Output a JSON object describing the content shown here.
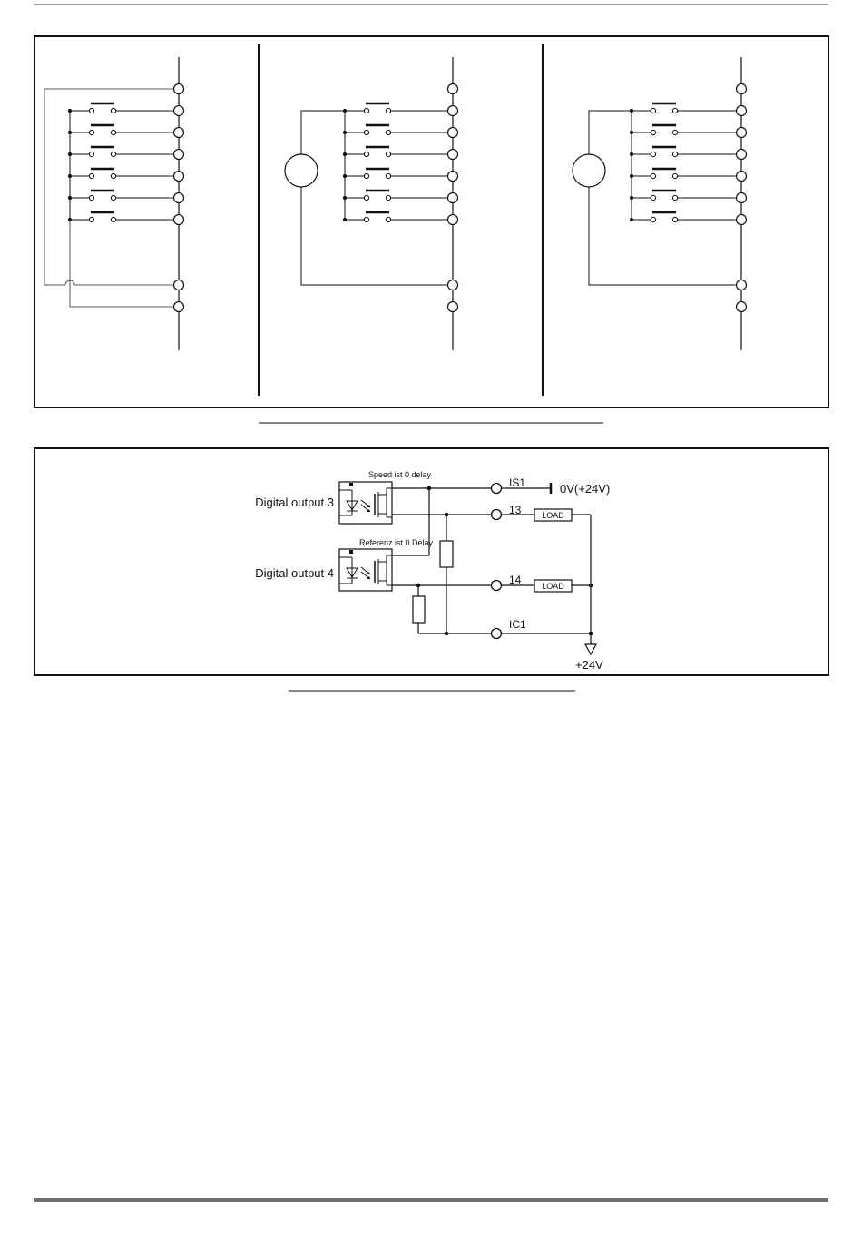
{
  "output_circuit": {
    "digital_output_3": "Digital output 3",
    "digital_output_4": "Digital output 4",
    "output_3_function": "Speed ist 0 delay",
    "output_4_function": "Referenz ist 0 Delay",
    "terminal_is1": "IS1",
    "terminal_13": "13",
    "terminal_14": "14",
    "terminal_ic1": "IC1",
    "supply_top": "0V(+24V)",
    "supply_bottom": "+24V",
    "load_label": "LOAD"
  },
  "colors": {
    "line": "#111111",
    "gray_wire": "#555555",
    "rule": "#6e6e6e"
  }
}
